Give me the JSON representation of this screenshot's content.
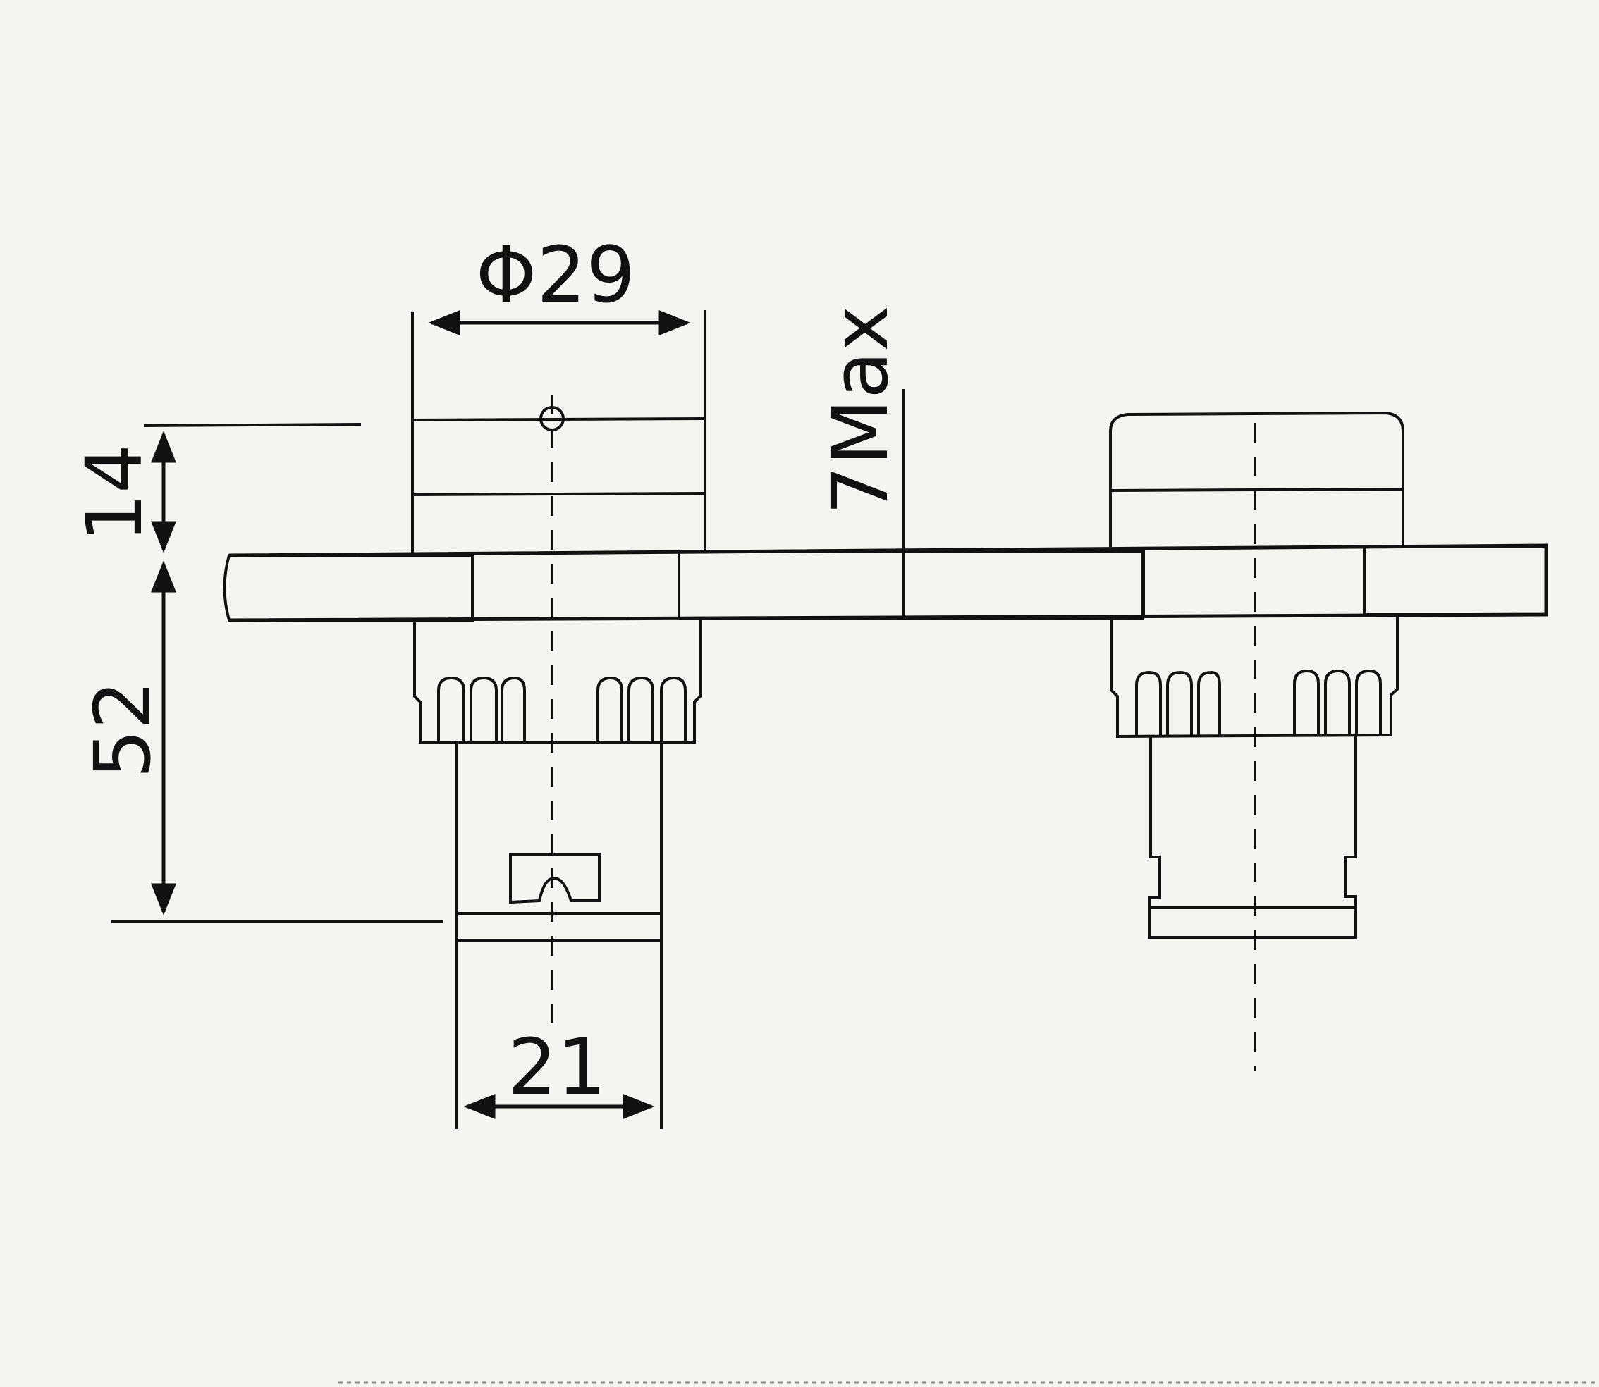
{
  "dimensions": {
    "diameter": "Φ29",
    "top_height": "14",
    "body_height": "52",
    "panel_thickness": "7Max",
    "base_width": "21"
  },
  "colors": {
    "ink": "#111111",
    "paper": "#f4f4f2"
  }
}
